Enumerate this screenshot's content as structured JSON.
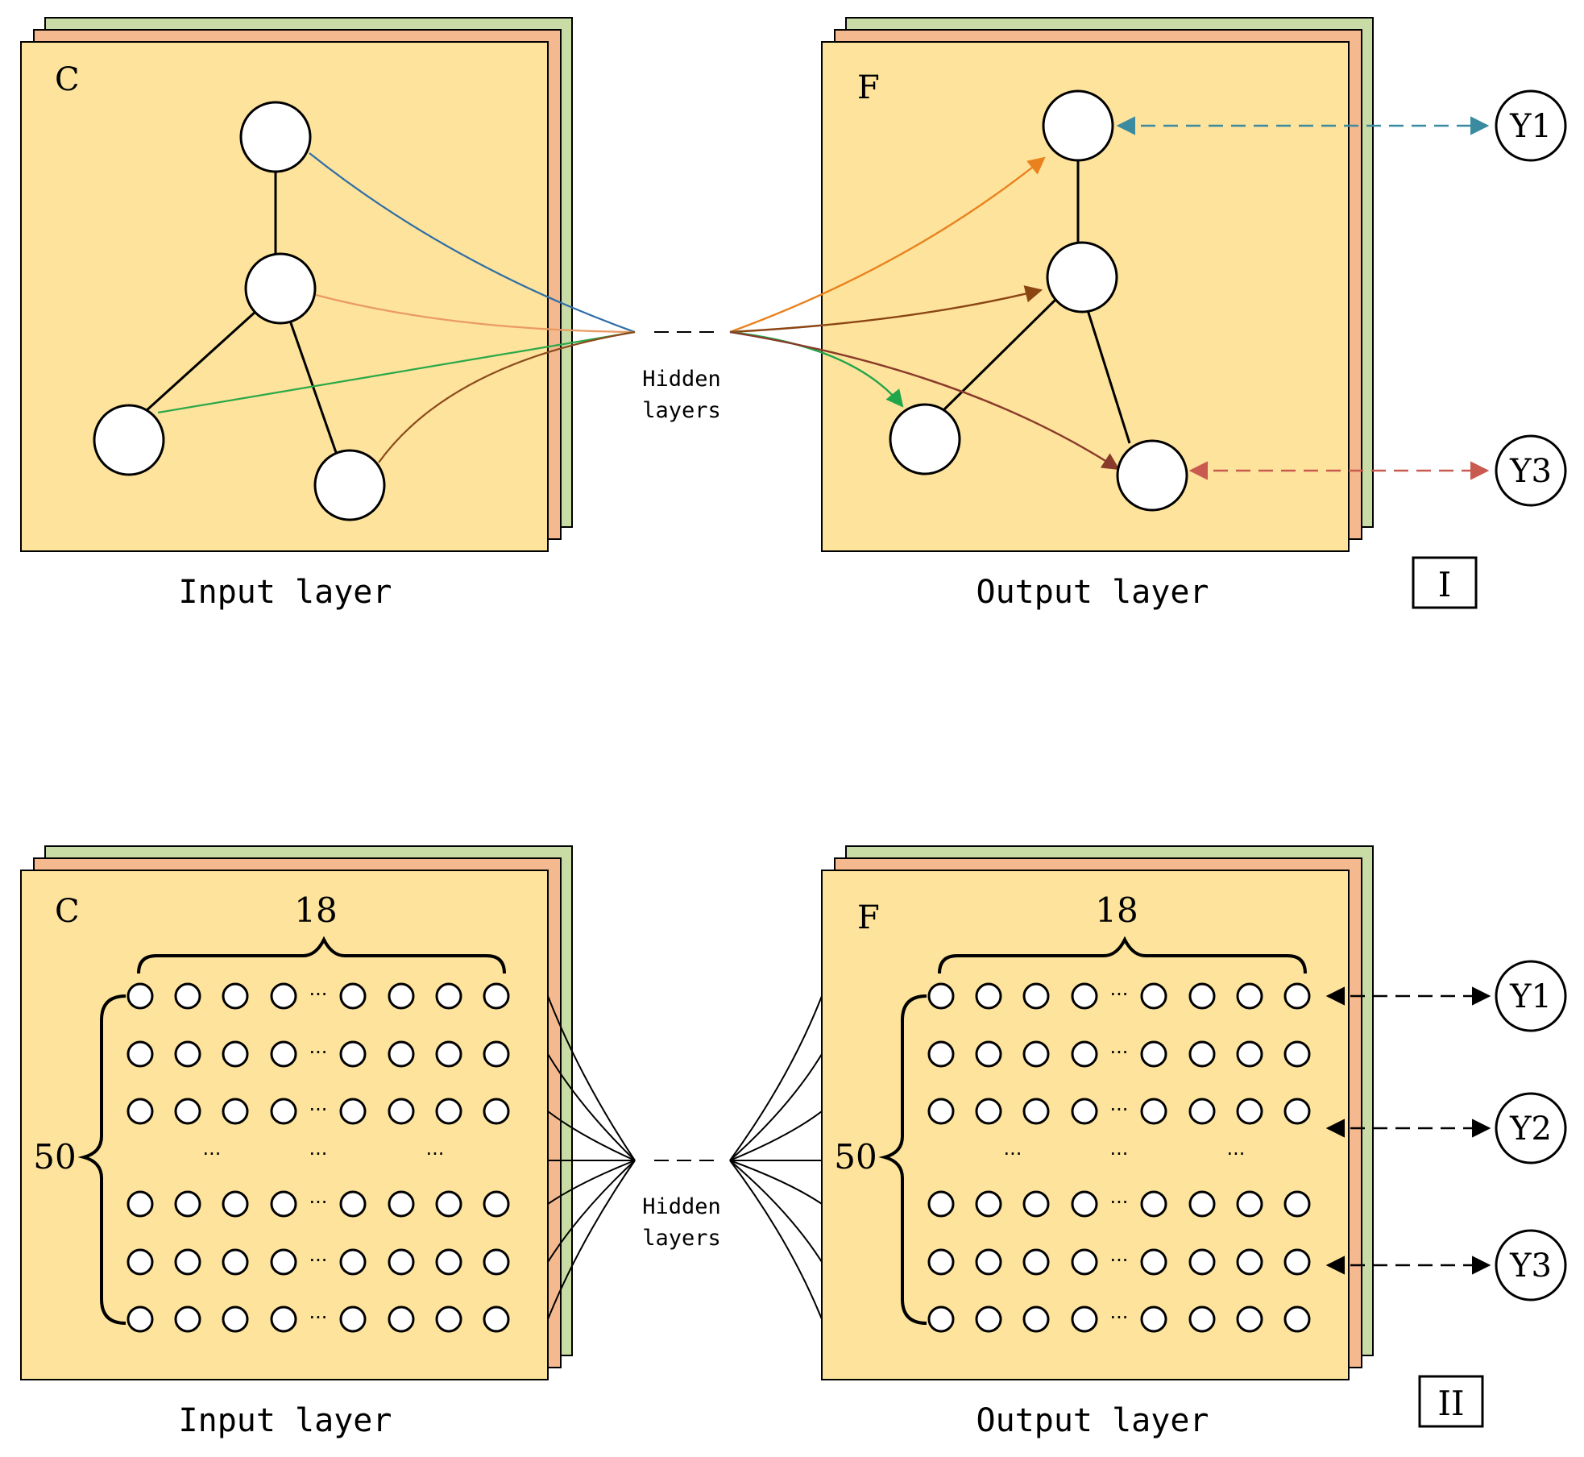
{
  "colors": {
    "layer_front": "#fde39b",
    "layer_middle": "#f4b98e",
    "layer_back": "#c9dca5",
    "node_fill": "#ffffff",
    "stroke": "#000000",
    "blue_edge": "#2f6ea6",
    "peach_edge": "#ea9a62",
    "green_edge": "#2aa848",
    "brown_edge": "#8b4a1c",
    "orange_arrow": "#e9821e",
    "dark_orange_arrow": "#8b4513",
    "green_arrow": "#1fa54a",
    "maroon_arrow": "#8a3a2a",
    "teal_dashed": "#3a8aa0",
    "red_dashed": "#c95a50"
  },
  "panel_I": {
    "tag": "I",
    "input_letter": "C",
    "output_letter": "F",
    "input_caption": "Input layer",
    "output_caption": "Output layer",
    "hidden_line1": "Hidden",
    "hidden_line2": "layers",
    "target_a": "Y1",
    "target_b": "Y3"
  },
  "panel_II": {
    "tag": "II",
    "input_letter": "C",
    "output_letter": "F",
    "input_caption": "Input layer",
    "output_caption": "Output layer",
    "hidden_line1": "Hidden",
    "hidden_line2": "layers",
    "columns": "18",
    "rows": "50",
    "ellipsis": "···",
    "target_a": "Y1",
    "target_b": "Y2",
    "target_c": "Y3"
  }
}
